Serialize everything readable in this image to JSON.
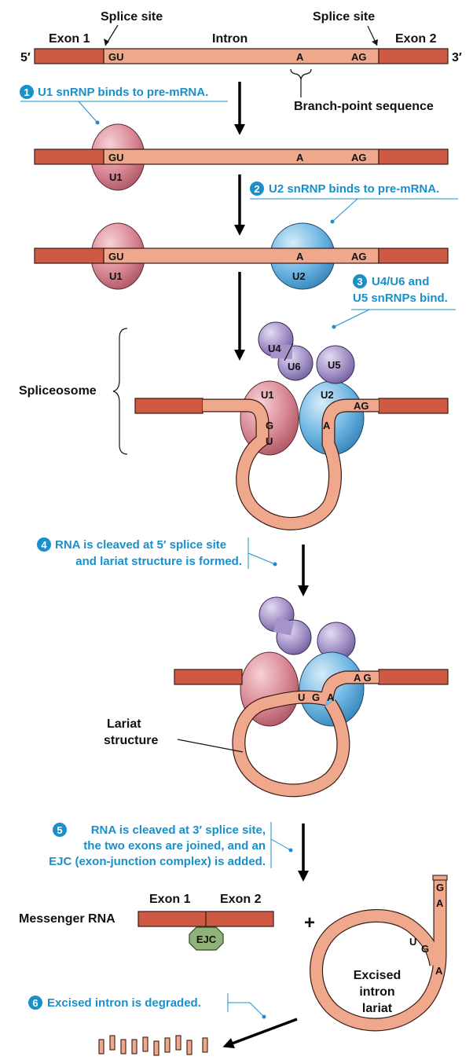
{
  "labels": {
    "five_prime": "5′",
    "three_prime": "3′",
    "exon1": "Exon 1",
    "exon2": "Exon 2",
    "intron": "Intron",
    "splice_site_left": "Splice site",
    "splice_site_right": "Splice site",
    "branch_point": "Branch-point sequence",
    "spliceosome": "Spliceosome",
    "lariat_line1": "Lariat",
    "lariat_line2": "structure",
    "messenger_rna": "Messenger RNA",
    "mrna_exon1": "Exon 1",
    "mrna_exon2": "Exon 2",
    "ejc": "EJC",
    "plus": "+",
    "excised_line1": "Excised",
    "excised_line2": "intron",
    "excised_line3": "lariat"
  },
  "nucleotides": {
    "gu": "GU",
    "a": "A",
    "ag": "AG",
    "g": "G",
    "u": "U",
    "ag_spaced": "A G"
  },
  "snrnps": {
    "u1": "U1",
    "u2": "U2",
    "u4": "U4",
    "u6": "U6",
    "u5": "U5"
  },
  "steps": [
    {
      "num": "1",
      "lines": [
        "U1 snRNP binds to pre-mRNA."
      ]
    },
    {
      "num": "2",
      "lines": [
        "U2 snRNP binds to pre-mRNA."
      ]
    },
    {
      "num": "3",
      "lines": [
        "U4/U6 and",
        "U5 snRNPs bind."
      ]
    },
    {
      "num": "4",
      "lines": [
        "RNA is cleaved at 5′ splice site",
        "and lariat structure is formed."
      ]
    },
    {
      "num": "5",
      "lines": [
        "RNA is cleaved at 3′ splice site,",
        "the two exons are joined, and an",
        "EJC (exon-junction complex) is added."
      ]
    },
    {
      "num": "6",
      "lines": [
        "Excised intron is degraded."
      ]
    }
  ],
  "colors": {
    "exon": "#cf5a44",
    "intron": "#f0a88c",
    "u1": "#d98a96",
    "u2": "#6fb6e2",
    "u4_u5_u6": "#a593c9",
    "ejc": "#8fb27a",
    "step_text": "#1a8fc9"
  }
}
